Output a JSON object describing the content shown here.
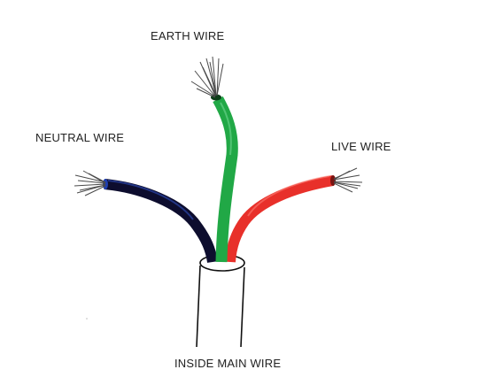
{
  "labels": {
    "earth": "EARTH WIRE",
    "neutral": "NEUTRAL WIRE",
    "live": "LIVE WIRE",
    "main": "INSIDE MAIN WIRE"
  },
  "wires": {
    "earth": {
      "color": "#21a846"
    },
    "neutral": {
      "color": "#0d0d2e"
    },
    "live": {
      "color": "#e8302a"
    }
  },
  "outer_sheath_color": "#ffffff",
  "strand_color": "#4a4a4a"
}
